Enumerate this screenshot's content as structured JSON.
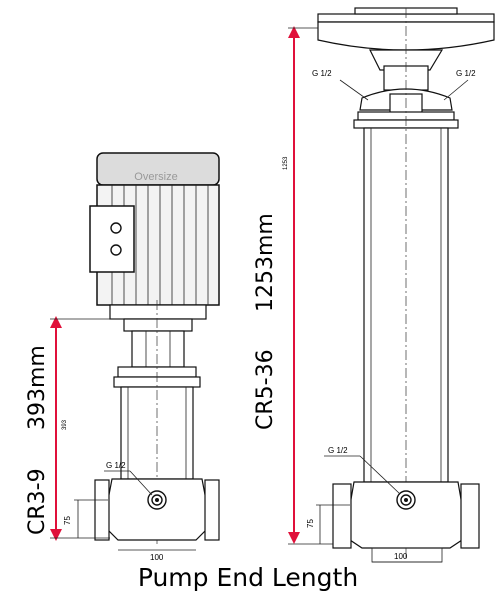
{
  "caption": "Pump End Length",
  "motor_label": "Oversize",
  "left_pump": {
    "model": "CR3-9",
    "length": "393mm",
    "small_dim": "393",
    "port": "G 1/2",
    "base_height": "75",
    "base_width": "100"
  },
  "right_pump": {
    "model": "CR5-36",
    "length": "1253mm",
    "small_dim": "1253",
    "port_left": "G 1/2",
    "port_right": "G 1/2",
    "port_bottom": "G 1/2",
    "base_height": "75",
    "base_width": "100"
  },
  "colors": {
    "dimension_arrow": "#e0103a",
    "lines": "#111111"
  }
}
